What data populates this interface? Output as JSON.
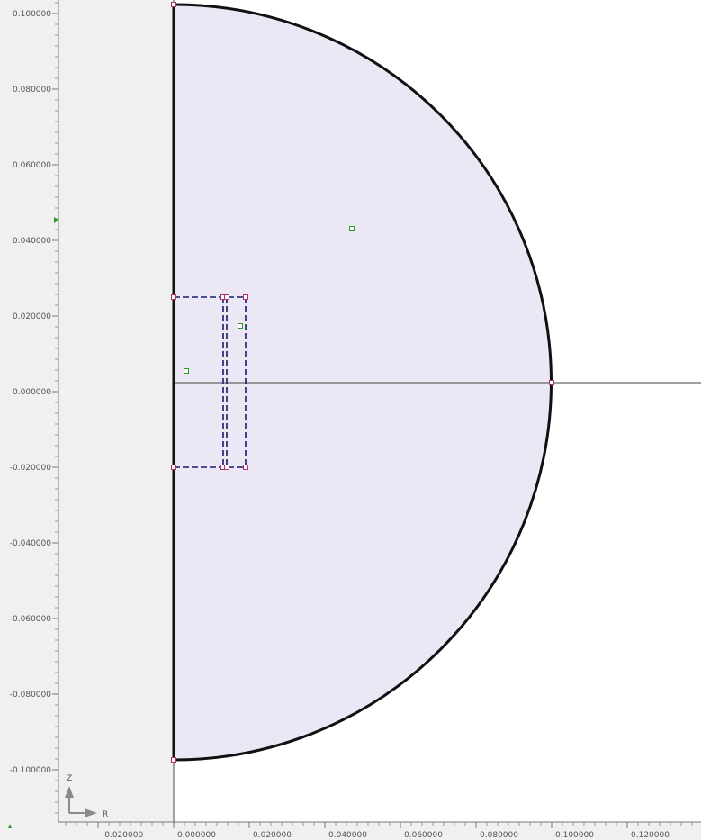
{
  "axes": {
    "y_ticks": [
      "0.100000",
      "0.080000",
      "0.060000",
      "0.040000",
      "0.020000",
      "0.000000",
      "-0.020000",
      "-0.040000",
      "-0.060000",
      "-0.080000",
      "-0.100000"
    ],
    "x_ticks": [
      "-0.020000",
      "0.000000",
      "0.020000",
      "0.040000",
      "0.060000",
      "0.080000",
      "0.100000",
      "0.120000"
    ],
    "r_label": "R",
    "z_label": "Z"
  },
  "colors": {
    "background": "#ffffff",
    "ruler_background": "#f0f0f0",
    "domain_fill": "#ebe7f5",
    "boundary": "#111111",
    "dashed_boundary": "#1a1a6e",
    "vertex": "#b0306a",
    "label_marker": "#2a9a2a",
    "axis_line": "#666666",
    "triad": "#8a8a8a"
  },
  "icons": {
    "vertex": "square-vertex-icon",
    "label_marker": "square-label-icon",
    "triad": "rz-axis-triad-icon",
    "ruler_marker": "triangle-marker-icon"
  }
}
